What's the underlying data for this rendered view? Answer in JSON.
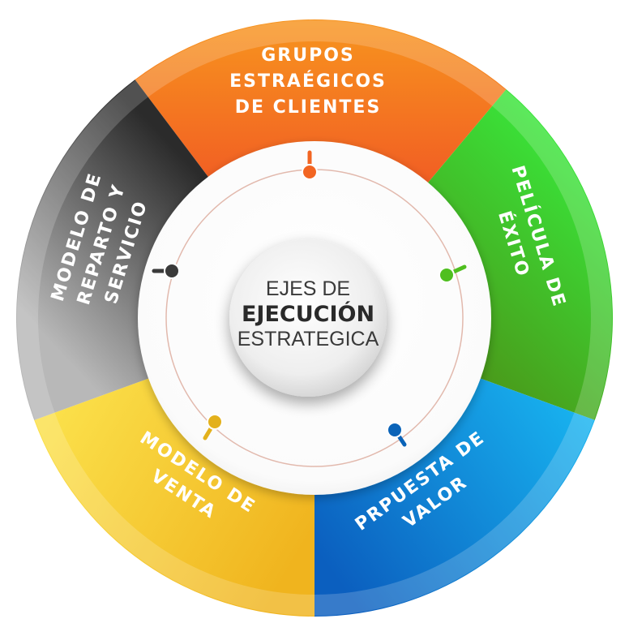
{
  "diagram": {
    "hub": {
      "line1": "EJES DE",
      "line2": "EJECUCIÓN",
      "line3": "ESTRATEGICA"
    },
    "segments": [
      {
        "id": "grupos",
        "lines": [
          "GRUPOS",
          "ESTRAÉGICOS",
          "DE CLIENTES"
        ],
        "color_light": "#f7931e",
        "color_dark": "#f15a24",
        "connector": "#f26522"
      },
      {
        "id": "pelicula",
        "lines": [
          "PELÍCULA DE",
          "ÉXITO"
        ],
        "color_light": "#39e63a",
        "color_dark": "#4a9a1a",
        "connector": "#4fbf1f"
      },
      {
        "id": "propuesta",
        "lines": [
          "PRPUESTA DE",
          "VALOR"
        ],
        "color_light": "#18b4f0",
        "color_dark": "#0b5fbf",
        "connector": "#0a63b8"
      },
      {
        "id": "venta",
        "lines": [
          "MODELO DE",
          "VENTA"
        ],
        "color_light": "#fbe04a",
        "color_dark": "#f0b41e",
        "connector": "#e3b11c"
      },
      {
        "id": "reparto",
        "lines": [
          "MODELO DE",
          "REPARTO Y",
          "SERVICIO"
        ],
        "color_light": "#b8b8b8",
        "color_dark": "#2b2b2b",
        "connector": "#3a3a3a"
      }
    ]
  }
}
